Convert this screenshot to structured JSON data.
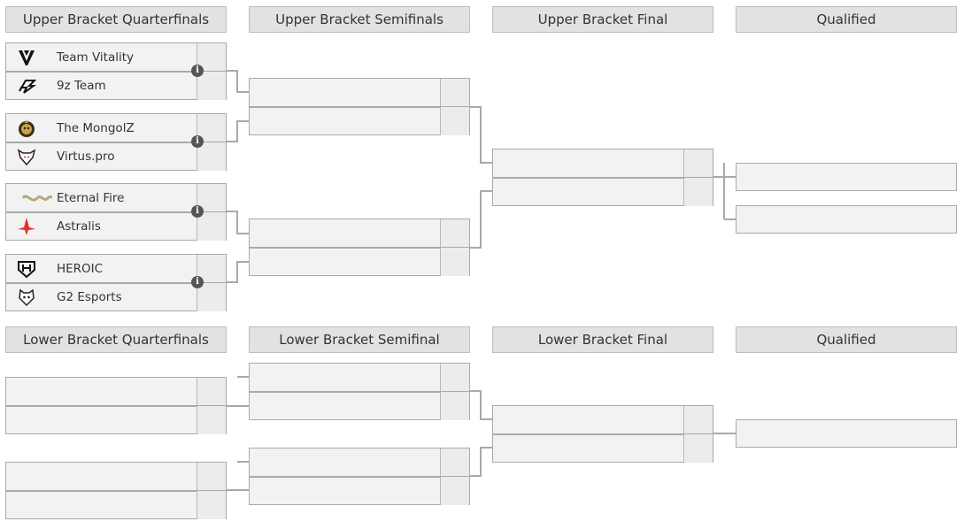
{
  "headers": {
    "ub_quarterfinals": "Upper Bracket Quarterfinals",
    "ub_semifinals": "Upper Bracket Semifinals",
    "ub_final": "Upper Bracket Final",
    "ub_qualified": "Qualified",
    "lb_quarterfinals": "Lower Bracket Quarterfinals",
    "lb_semifinal": "Lower Bracket Semifinal",
    "lb_final": "Lower Bracket Final",
    "lb_qualified": "Qualified"
  },
  "ub_quarterfinals": [
    {
      "team1": {
        "name": "Team Vitality",
        "icon": "vitality-logo-icon"
      },
      "team2": {
        "name": "9z Team",
        "icon": "9z-logo-icon"
      },
      "info_icon": "info-icon"
    },
    {
      "team1": {
        "name": "The MongolZ",
        "icon": "mongolz-logo-icon"
      },
      "team2": {
        "name": "Virtus.pro",
        "icon": "virtuspro-logo-icon"
      },
      "info_icon": "info-icon"
    },
    {
      "team1": {
        "name": "Eternal Fire",
        "icon": "eternalfire-logo-icon"
      },
      "team2": {
        "name": "Astralis",
        "icon": "astralis-logo-icon"
      },
      "info_icon": "info-icon"
    },
    {
      "team1": {
        "name": "HEROIC",
        "icon": "heroic-logo-icon"
      },
      "team2": {
        "name": "G2 Esports",
        "icon": "g2-logo-icon"
      },
      "info_icon": "info-icon"
    }
  ],
  "colors": {
    "header_bg": "#e2e2e2",
    "match_bg": "#f2f2f2",
    "line": "#a9a9a9"
  }
}
